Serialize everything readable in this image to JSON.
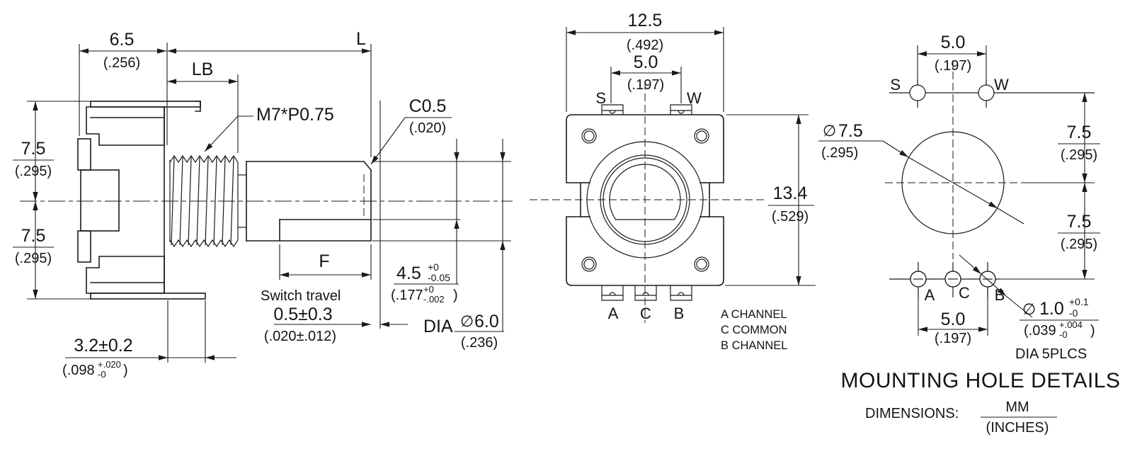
{
  "side_view": {
    "body_depth_mm": "6.5",
    "body_depth_in": "(.256)",
    "shaft_length_label": "L",
    "bushing_length_label": "LB",
    "thread_spec": "M7*P0.75",
    "chamfer_mm": "C0.5",
    "chamfer_in": "(.020)",
    "half_height_upper_mm": "7.5",
    "half_height_upper_in": "(.295)",
    "half_height_lower_mm": "7.5",
    "half_height_lower_in": "(.295)",
    "flat_length_label": "F",
    "switch_travel_label": "Switch travel",
    "switch_travel_mm": "0.5±0.3",
    "switch_travel_in": "(.020±.012)",
    "flat_height_mm": "4.5",
    "flat_height_tol_plus": "+0",
    "flat_height_tol_minus": "-0.05",
    "flat_height_in": "(.177",
    "flat_height_in_tol_plus": "+0",
    "flat_height_in_tol_minus": "-.002",
    "flat_height_in_close": ")",
    "shaft_dia_prefix": "DIA",
    "shaft_dia_symbol": "∅",
    "shaft_dia_mm": "6.0",
    "shaft_dia_in": "(.236)",
    "terminal_offset_mm": "3.2±0.2",
    "terminal_offset_in": "(.098",
    "terminal_offset_in_tol_plus": "+.020",
    "terminal_offset_in_tol_minus": "-0",
    "terminal_offset_in_close": ")"
  },
  "front_view": {
    "width_mm": "12.5",
    "width_in": "(.492)",
    "sw_pitch_mm": "5.0",
    "sw_pitch_in": "(.197)",
    "terminal_s": "S",
    "terminal_w": "W",
    "height_mm": "13.4",
    "height_in": "(.529)",
    "terminal_a": "A",
    "terminal_c": "C",
    "terminal_b": "B",
    "legend": [
      "A CHANNEL",
      "C COMMON",
      "B CHANNEL"
    ]
  },
  "mounting_view": {
    "sw_pitch_mm": "5.0",
    "sw_pitch_in": "(.197)",
    "terminal_s": "S",
    "terminal_w": "W",
    "shaft_hole_symbol": "∅",
    "shaft_hole_mm": "7.5",
    "shaft_hole_in": "(.295)",
    "offset_upper_mm": "7.5",
    "offset_upper_in": "(.295)",
    "offset_lower_mm": "7.5",
    "offset_lower_in": "(.295)",
    "terminal_a": "A",
    "terminal_c": "C",
    "terminal_b": "B",
    "acb_pitch_mm": "5.0",
    "acb_pitch_in": "(.197)",
    "hole_symbol": "∅",
    "hole_mm": "1.0",
    "hole_tol_plus": "+0.1",
    "hole_tol_minus": "-0",
    "hole_in": "(.039",
    "hole_in_tol_plus": "+.004",
    "hole_in_tol_minus": "-0",
    "hole_in_close": ")",
    "hole_note": "DIA 5PLCS",
    "title": "MOUNTING HOLE DETAILS"
  },
  "footer": {
    "dimensions_label": "DIMENSIONS:",
    "units_mm": "MM",
    "units_inches": "(INCHES)"
  }
}
